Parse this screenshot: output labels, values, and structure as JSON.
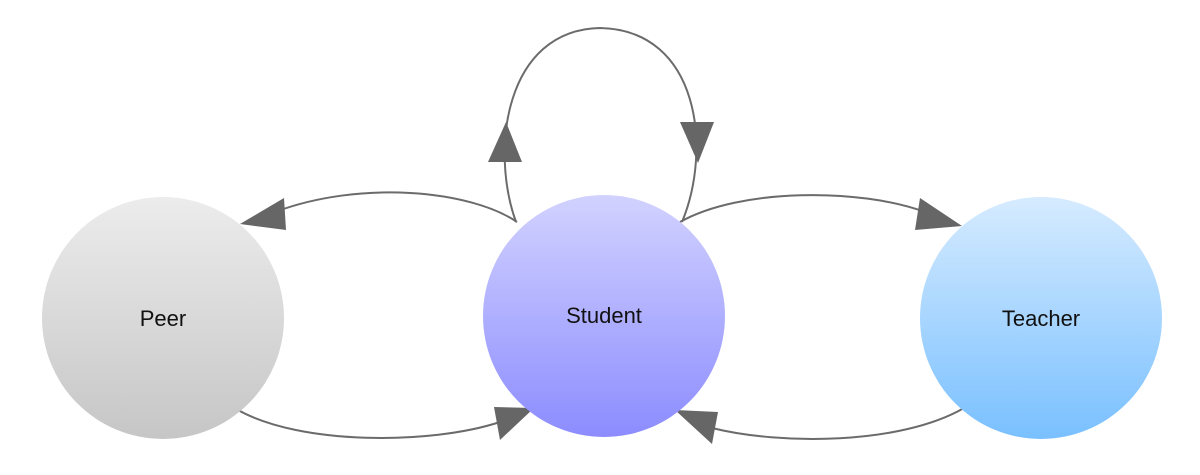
{
  "nodes": {
    "peer": {
      "label": "Peer",
      "color_top": "#ececec",
      "color_bottom": "#c6c6c6"
    },
    "student": {
      "label": "Student",
      "color_top": "#d2d2ff",
      "color_bottom": "#8c8cff"
    },
    "teacher": {
      "label": "Teacher",
      "color_top": "#d6ebff",
      "color_bottom": "#79c0ff"
    }
  },
  "edges": [
    {
      "from": "Student",
      "to": "Peer"
    },
    {
      "from": "Peer",
      "to": "Student"
    },
    {
      "from": "Student",
      "to": "Teacher"
    },
    {
      "from": "Teacher",
      "to": "Student"
    },
    {
      "from": "Student",
      "to": "Student"
    }
  ],
  "colors": {
    "edge": "#6b6b6b",
    "arrowhead": "#666666"
  }
}
